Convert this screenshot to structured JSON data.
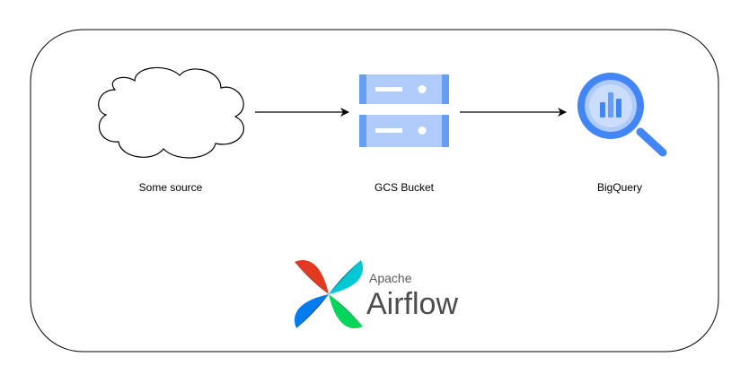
{
  "nodes": {
    "source": {
      "label": "Some source"
    },
    "gcs": {
      "label": "GCS Bucket"
    },
    "bigquery": {
      "label": "BigQuery"
    }
  },
  "logo": {
    "line1": "Apache",
    "line2": "Airflow"
  },
  "colors": {
    "gcs_light": "#aecbfa",
    "gcs_dark": "#669df6",
    "gcs_mid": "#4285f4",
    "bq_ring": "#4285f4",
    "bq_fill": "#aecbfa",
    "airflow_red": "#e43921",
    "airflow_teal": "#00c7d4",
    "airflow_blue": "#017cee",
    "airflow_green": "#04d659"
  }
}
